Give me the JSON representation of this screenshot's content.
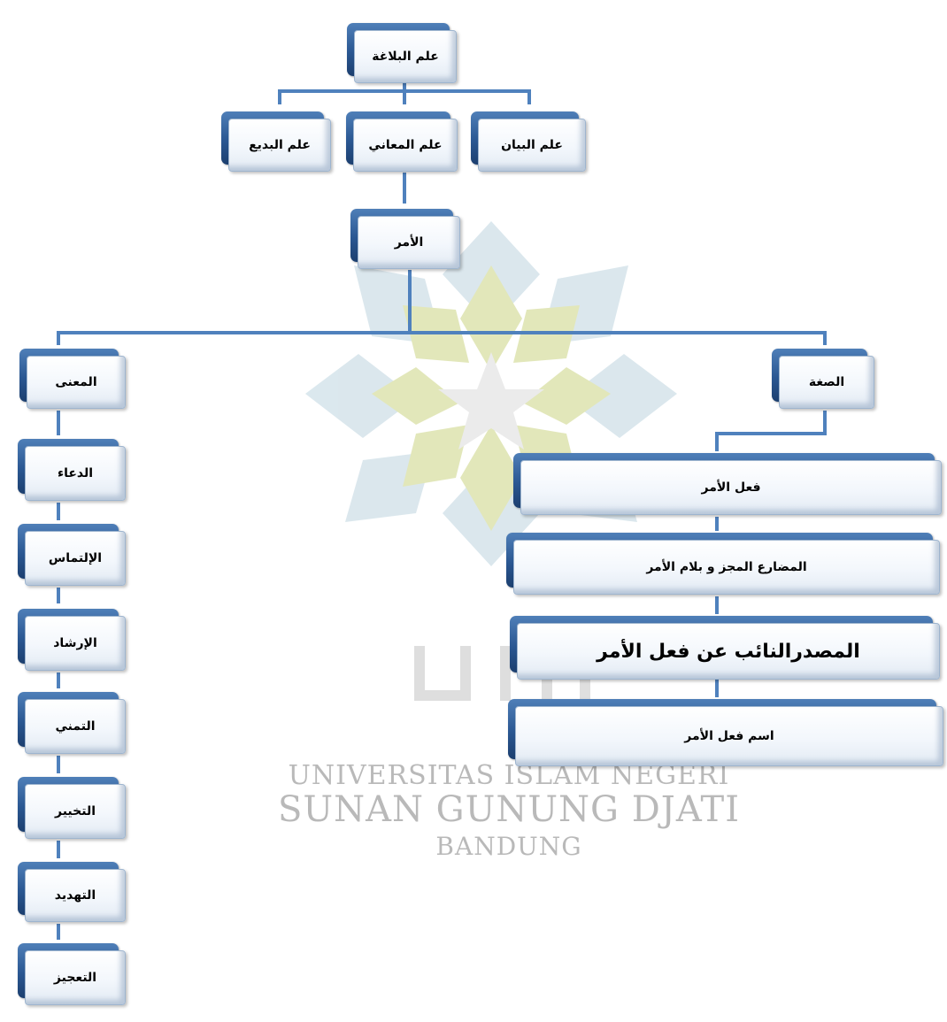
{
  "root": {
    "label": "علم البلاغة"
  },
  "branches": [
    {
      "label": "علم البيان"
    },
    {
      "label": "علم المعاني"
    },
    {
      "label": "علم البديع"
    }
  ],
  "amr": {
    "label": "الأمر"
  },
  "sigha": {
    "label": "الصغة",
    "items": [
      {
        "label": "فعل الأمر"
      },
      {
        "label": "المضارع المجز و بلام الأمر"
      },
      {
        "label": "المصدرالنائب عن فعل الأمر"
      },
      {
        "label": "اسم فعل الأمر"
      }
    ]
  },
  "mana": {
    "label": "المعنى",
    "items": [
      {
        "label": "الدعاء"
      },
      {
        "label": "الإلتماس"
      },
      {
        "label": "الإرشاد"
      },
      {
        "label": "التمني"
      },
      {
        "label": "التخيير"
      },
      {
        "label": "التهديد"
      },
      {
        "label": "التعجيز"
      }
    ]
  },
  "watermark": {
    "line1": "UNIVERSITAS ISLAM NEGERI",
    "line2": "SUNAN GUNUNG DJATI",
    "line3": "BANDUNG"
  },
  "colors": {
    "connector": "#4f81bd",
    "node_shadow": "#2a5792",
    "watermark_green": "#d9dfa4",
    "watermark_blue": "#cfe0e8"
  }
}
